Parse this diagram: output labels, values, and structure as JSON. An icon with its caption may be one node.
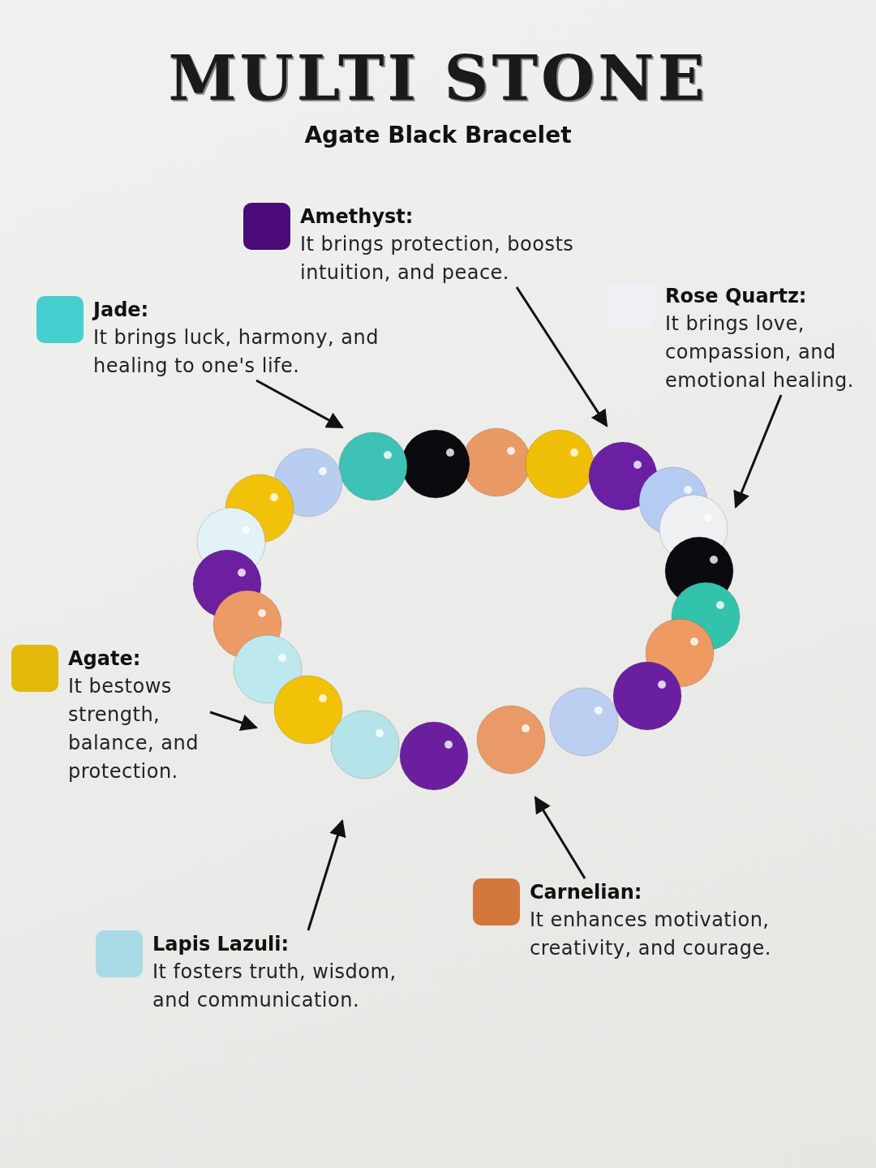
{
  "diagram": {
    "title": "MULTI STONE",
    "nodes": [
      {
        "text": [
          "Amethyst:",
          "It brings protection, boosts intuition, and peace."
        ]
      },
      {
        "text": [
          "Rose Quartz:",
          "It brings love, compassion, and emotional healing."
        ]
      },
      {
        "text": [
          "Jade:",
          "It brings luck, harmony, and healing to one's life."
        ]
      },
      {
        "text": [
          "Agate:",
          "It bestows strength, balance, and protection."
        ]
      },
      {
        "text": [
          "Carnelian:",
          "It enhances motivation, creativity, and courage."
        ]
      },
      {
        "text": [
          "Lapis Lazuli:",
          "It fosters truth, wisdom, and communication."
        ]
      }
    ],
    "edges": [
      {
        "from": 0,
        "to": null,
        "arrow": "to"
      },
      {
        "from": 1,
        "to": null,
        "arrow": "to"
      },
      {
        "from": 2,
        "to": null,
        "arrow": "to"
      },
      {
        "from": 3,
        "to": null,
        "arrow": "to"
      },
      {
        "from": 4,
        "to": null,
        "arrow": "to"
      },
      {
        "from": 5,
        "to": null,
        "arrow": "to"
      }
    ],
    "labels": [
      "Agate Black Bracelet"
    ]
  }
}
